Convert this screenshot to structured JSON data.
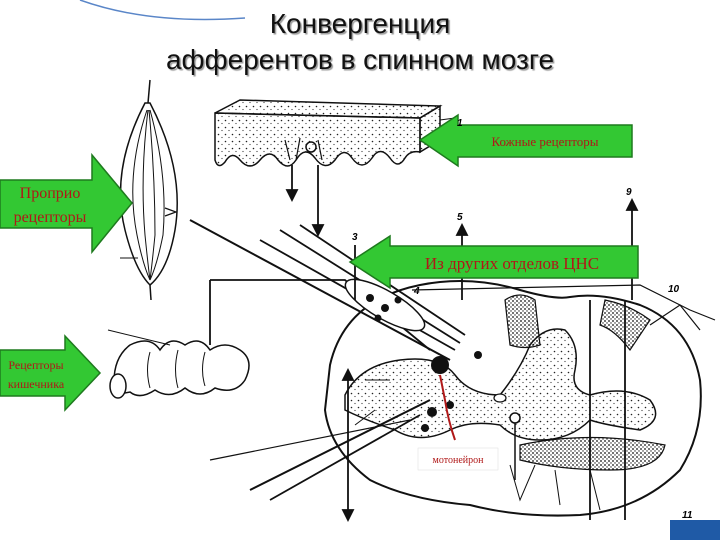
{
  "title": {
    "line1": "Конвергенция",
    "line2": "афферентов в спинном мозге"
  },
  "labels": {
    "skin_receptors": "Кожные рецепторы",
    "proprio_line1": "Проприо",
    "proprio_line2": "рецепторы",
    "other_cns": "Из других отделов ЦНС",
    "gut_line1": "Рецепторы",
    "gut_line2": "кишечника",
    "motoneuron": "мотонейрон"
  },
  "figure_numbers": {
    "n1": "1",
    "n3": "3",
    "n4": "4",
    "n5": "5",
    "n9": "9",
    "n10": "10",
    "n11": "11"
  },
  "colors": {
    "arrow_fill": "#33c833",
    "arrow_stroke": "#1e7a1e",
    "label_red": "#b01818",
    "line_ink": "#111111",
    "badge_blue": "#1f5aa6",
    "deco_blue": "#5a86c8"
  }
}
